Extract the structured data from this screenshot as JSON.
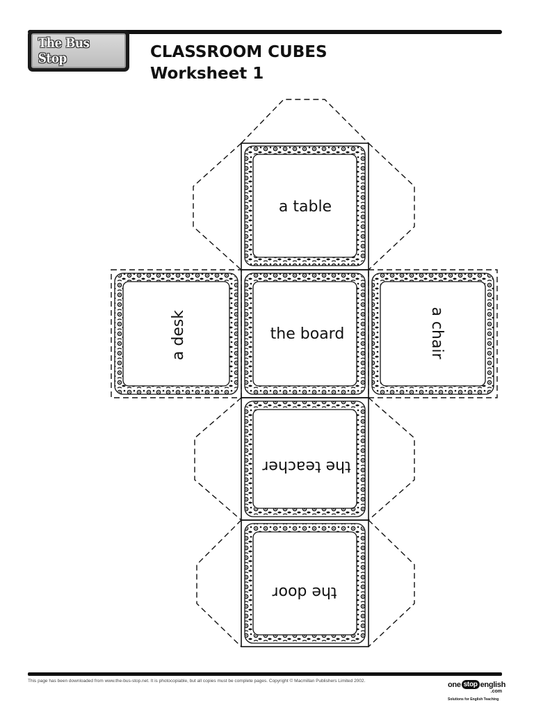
{
  "header": {
    "logo_text": "The Bus Stop",
    "title_line1": "CLASSROOM CUBES",
    "title_line2": "Worksheet 1"
  },
  "cube": {
    "faces": {
      "top": "a table",
      "left": "a desk",
      "center": "the board",
      "right": "a chair",
      "lower": "the teacher",
      "bottom": "the door"
    }
  },
  "footer": {
    "note": "This page has been downloaded from www.the-bus-stop.net. It is photocopiable, but all copies must be complete pages. Copyright © Macmillan Publishers Limited 2002.",
    "brand_one": "one",
    "brand_stop": "stop",
    "brand_english": "english",
    "brand_com": ".com",
    "brand_tagline": "Solutions for English Teaching"
  }
}
